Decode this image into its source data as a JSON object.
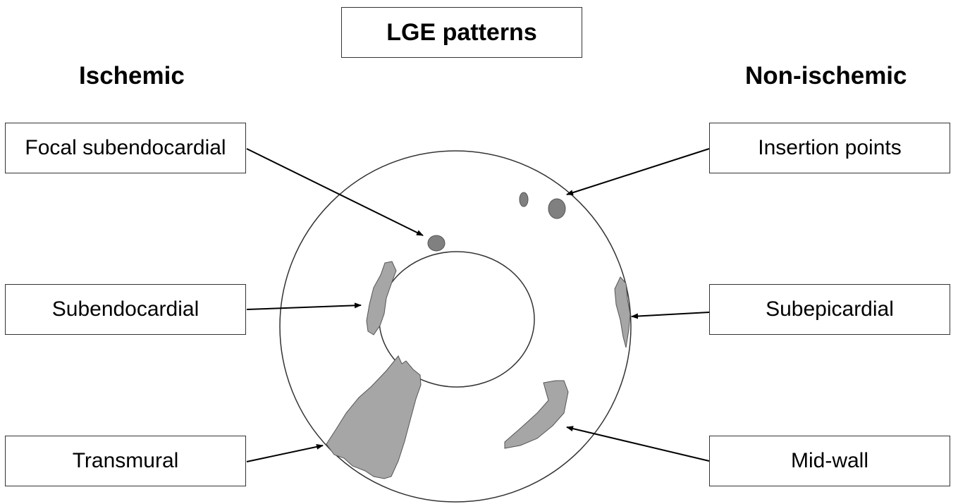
{
  "title": "LGE patterns",
  "headings": {
    "left": "Ischemic",
    "right": "Non-ischemic"
  },
  "labels": {
    "focal_subendocardial": "Focal subendocardial",
    "subendocardial": "Subendocardial",
    "transmural": "Transmural",
    "insertion_points": "Insertion points",
    "subepicardial": "Subepicardial",
    "mid_wall": "Mid-wall"
  },
  "colors": {
    "lesion_fill": "#a6a6a6",
    "lesion_dark_fill": "#808080",
    "outline": "#333333"
  }
}
